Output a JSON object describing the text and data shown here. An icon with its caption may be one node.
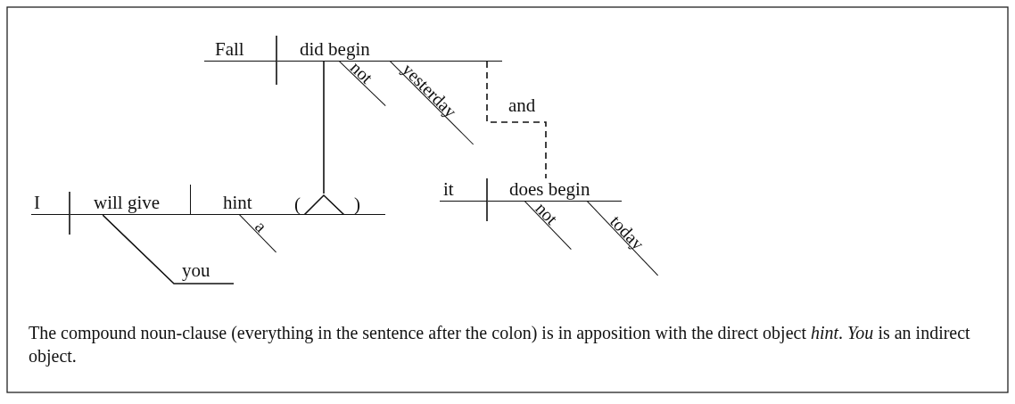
{
  "diagram": {
    "caption": "The compound noun-clause (everything in the sentence after the colon) is in apposition with the direct object *hint*. *You* is an indirect object.",
    "nodes": [
      {
        "text": [
          "Fall"
        ]
      },
      {
        "text": [
          "did begin"
        ]
      },
      {
        "text": [
          "not"
        ]
      },
      {
        "text": [
          "yesterday"
        ]
      },
      {
        "text": [
          "it"
        ]
      },
      {
        "text": [
          "does begin"
        ]
      },
      {
        "text": [
          "not"
        ]
      },
      {
        "text": [
          "today"
        ]
      },
      {
        "text": [
          "I"
        ]
      },
      {
        "text": [
          "will give"
        ]
      },
      {
        "text": [
          "hint"
        ]
      },
      {
        "text": [
          "(",
          ")"
        ]
      },
      {
        "text": [
          "a"
        ]
      },
      {
        "text": [
          "you"
        ]
      }
    ],
    "edges": [
      {
        "from": 1,
        "to": 5,
        "arrow": "none",
        "style": "dashed",
        "label": "and"
      },
      {
        "from": 1,
        "to": 11,
        "arrow": "none"
      }
    ]
  }
}
